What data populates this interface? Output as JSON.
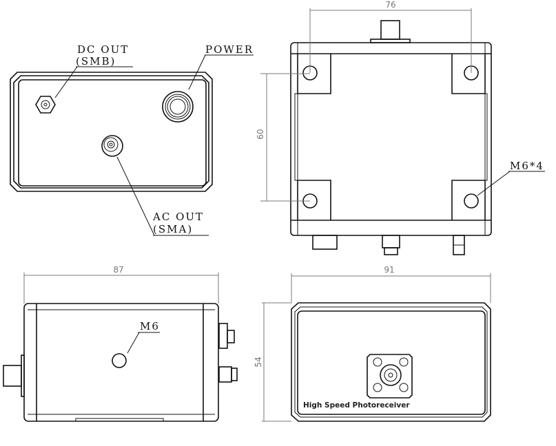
{
  "views": {
    "rear": {
      "labels": {
        "dc_out": "DC OUT",
        "dc_type": "(SMB)",
        "power": "POWER",
        "ac_out": "AC OUT",
        "ac_type": "(SMA)"
      }
    },
    "bottom": {
      "dims": {
        "width": "76",
        "height": "60"
      },
      "hole_label": "M6*4"
    },
    "side": {
      "dims": {
        "length": "87"
      },
      "hole_label": "M6"
    },
    "front": {
      "dims": {
        "width": "91",
        "height": "54"
      },
      "product_name": "High Speed Photoreceiver"
    }
  }
}
